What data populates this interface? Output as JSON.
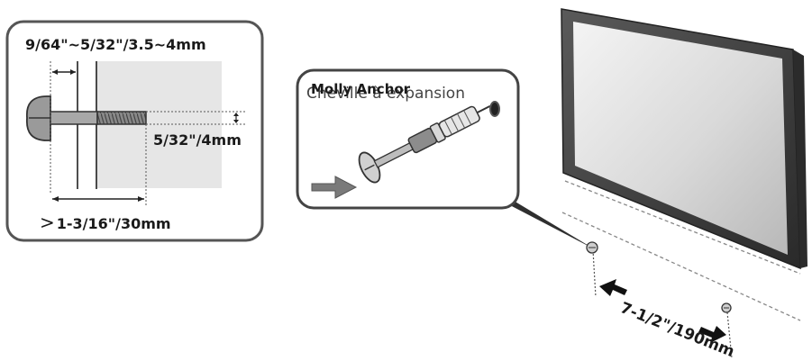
{
  "screw_detail": {
    "gap_label": "9/64\"~5/32\"/3.5~4mm",
    "hole_diameter_label": "5/32\"/4mm",
    "depth_symbol": ">",
    "depth_label": "1-3/16\"/30mm"
  },
  "anchor_callout": {
    "title": "Molly Anchor",
    "subtitle": "Cheville à expansion"
  },
  "mount": {
    "spacing_label": "7-1/2\"/190mm"
  },
  "colors": {
    "outline": "#333333",
    "wall_fill": "#e6e6e6",
    "tv_bezel": "#3c3c3c",
    "screen_light": "#f2f2f2",
    "screen_dark": "#bdbdbd",
    "arrow": "#222222"
  }
}
